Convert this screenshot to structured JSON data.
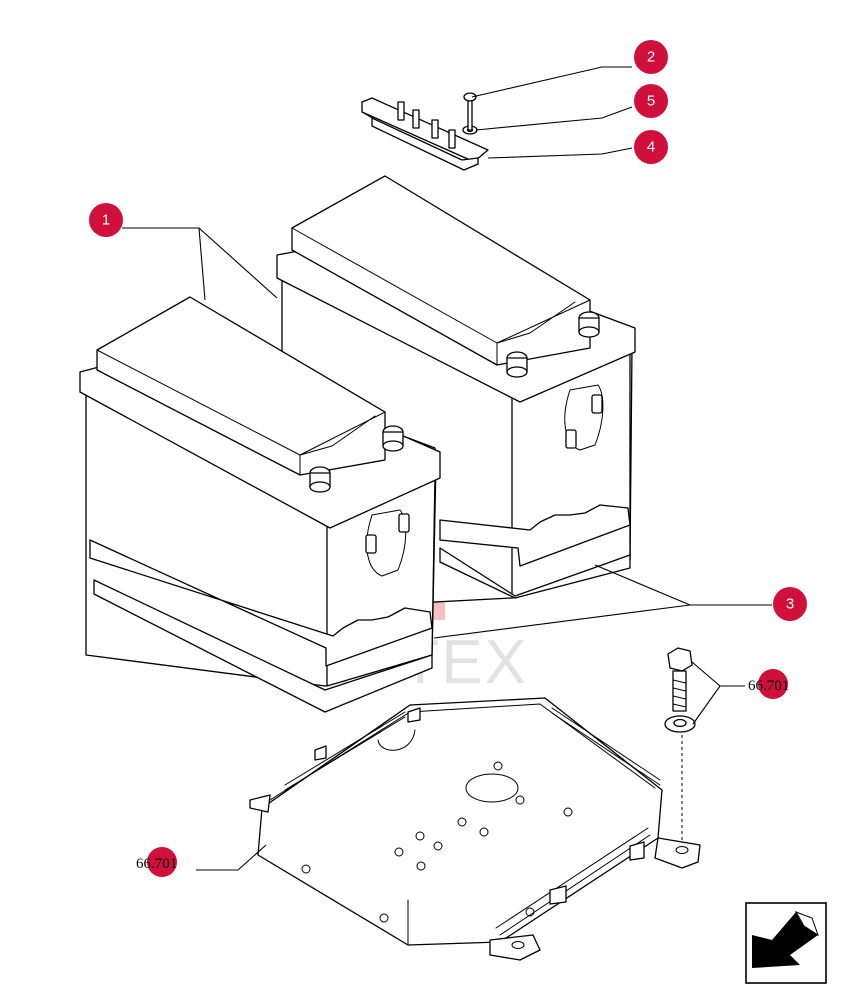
{
  "callouts": [
    {
      "label": "1"
    },
    {
      "label": "2"
    },
    {
      "label": "5"
    },
    {
      "label": "4"
    },
    {
      "label": "3"
    }
  ],
  "refs": [
    {
      "label": "66.701"
    },
    {
      "label": "66.701"
    }
  ],
  "watermark": {
    "text": "ИНТЕХ",
    "color": "#f4b6b6"
  },
  "colors": {
    "callout": "#d0103a",
    "line": "#000000"
  },
  "icons": {
    "nav": "arrow-down-left-icon"
  }
}
